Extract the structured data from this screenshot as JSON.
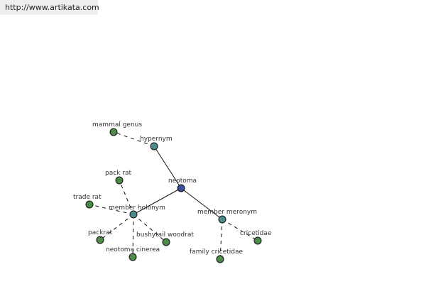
{
  "header": {
    "url": "http://www.artikata.com"
  },
  "colors": {
    "center": "#3d4d9a",
    "relation": "#4f8d8d",
    "leaf": "#4e8a4a"
  },
  "graph": {
    "nodes": [
      {
        "id": "neotoma",
        "label": "neotoma",
        "kind": "center"
      },
      {
        "id": "hypernym",
        "label": "hypernym",
        "kind": "relation"
      },
      {
        "id": "member-holonym",
        "label": "member holonym",
        "kind": "relation"
      },
      {
        "id": "member-meronym",
        "label": "member meronym",
        "kind": "relation"
      },
      {
        "id": "mammal-genus",
        "label": "mammal genus",
        "kind": "leaf"
      },
      {
        "id": "pack-rat",
        "label": "pack rat",
        "kind": "leaf"
      },
      {
        "id": "trade-rat",
        "label": "trade rat",
        "kind": "leaf"
      },
      {
        "id": "packrat",
        "label": "packrat",
        "kind": "leaf"
      },
      {
        "id": "bushytail-woodrat",
        "label": "bushytail woodrat",
        "kind": "leaf"
      },
      {
        "id": "neotoma-cinerea",
        "label": "neotoma cinerea",
        "kind": "leaf"
      },
      {
        "id": "cricetidae",
        "label": "cricetidae",
        "kind": "leaf"
      },
      {
        "id": "family-cricetidae",
        "label": "family cricetidae",
        "kind": "leaf"
      }
    ],
    "edges": [
      {
        "from": "neotoma",
        "to": "hypernym",
        "style": "solid"
      },
      {
        "from": "neotoma",
        "to": "member-holonym",
        "style": "solid"
      },
      {
        "from": "neotoma",
        "to": "member-meronym",
        "style": "solid"
      },
      {
        "from": "hypernym",
        "to": "mammal-genus",
        "style": "dashed"
      },
      {
        "from": "member-holonym",
        "to": "pack-rat",
        "style": "dashed"
      },
      {
        "from": "member-holonym",
        "to": "trade-rat",
        "style": "dashed"
      },
      {
        "from": "member-holonym",
        "to": "packrat",
        "style": "dashed"
      },
      {
        "from": "member-holonym",
        "to": "bushytail-woodrat",
        "style": "dashed"
      },
      {
        "from": "member-holonym",
        "to": "neotoma-cinerea",
        "style": "dashed"
      },
      {
        "from": "member-meronym",
        "to": "cricetidae",
        "style": "dashed"
      },
      {
        "from": "member-meronym",
        "to": "family-cricetidae",
        "style": "dashed"
      }
    ]
  }
}
